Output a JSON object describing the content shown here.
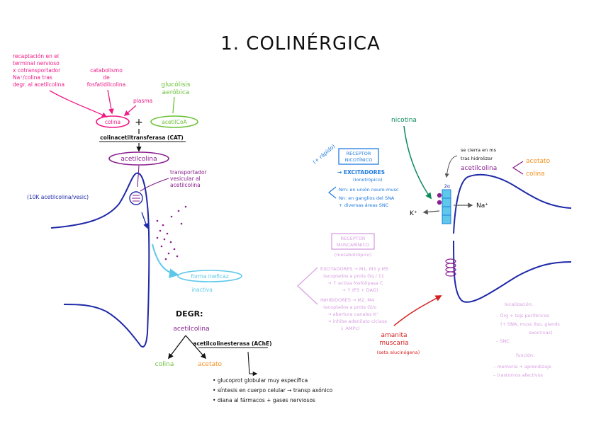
{
  "title": "1. COLINÉRGICA",
  "colors": {
    "magenta": "#ee1a86",
    "purple": "#8a1f8f",
    "blue": "#1f2aa8",
    "green": "#6cc23a",
    "orange": "#f6901e",
    "lightblue": "#5dc8ea",
    "teal": "#0e8a5a",
    "red": "#d41f1f",
    "lavender": "#d79ee0",
    "black": "#111111"
  },
  "synthesis": {
    "recapture_note": [
      "recaptación en el",
      "terminal nervioso",
      "x cotransportador",
      "Na⁺/colina tras",
      "degr. al acetilcolina"
    ],
    "catabolism_note": [
      "catabolismo",
      "de",
      "fosfatidilcolina"
    ],
    "plasma_label": "plasma",
    "glycolysis_note": [
      "glucólisis",
      "aeróbica"
    ],
    "colina": "colina",
    "plus": "+",
    "acetilcoa": "acetilCoA",
    "enzyme": "colinacetiltransferasa (CAT)",
    "product": "acetilcolina",
    "vesicular_transporter": [
      "transportador",
      "vesicular al",
      "acetilcolina"
    ],
    "vesicle_count": "(10K acetilcolina/vesic)"
  },
  "degradation": {
    "forma_note": "forma ineficaz",
    "forma_note_sub": "inactiva",
    "degr_title": "DEGR:",
    "substrate": "acetilcolina",
    "enzyme": "acetilcolinesterasa (AChE)",
    "product_a": "colina",
    "product_b": "acetato",
    "bullets": [
      "glucoprot globular muy específica",
      "síntesis en cuerpo celular → transp axónico",
      "diana al fármacos + gases nerviosos"
    ]
  },
  "receptors": {
    "nicotinic_tag": "(+ rápido)",
    "nicotinic_title": [
      "RECEPTOR",
      "NICOTÍNICO"
    ],
    "nicotinic_effect": "→ EXCITADORES",
    "nicotinic_effect_sub": "(ionotrópico)",
    "nicotinic_locations": [
      "Nm: en unión neuro-musc",
      "Nn: en ganglios del SNA",
      "+ diversas áreas SNC"
    ],
    "muscarinic_title": [
      "RECEPTOR",
      "MUSCARÍNICO"
    ],
    "muscarinic_sub": "(metabotrópico)",
    "muscarinic_excit": [
      "EXCITADORES → M1, M3 y M5",
      "(acoplados a prots Gq / 11",
      "→ ↑ activa fosfolipasa C",
      "→ ↑ IP3 + DAG)"
    ],
    "muscarinic_inhib": [
      "INHIBIDORES → M2, M4",
      "(acoplados a prots Gi/o",
      "→ abertura canales K⁺",
      "→ inhibe adenilato ciclasa",
      "↓ AMPc)"
    ]
  },
  "right_side": {
    "nicotine": "nicotina",
    "closing_note": [
      "se cierra en ms",
      "tras hidrolizar",
      "acetilcolina"
    ],
    "acetato": "acetato",
    "colina": "colina",
    "na_label": "Na⁺",
    "k_label": "K⁺",
    "alpha_label": "2α",
    "muscarine": [
      "amanita",
      "muscaria"
    ],
    "muscarine_sub": "(seta alucinógena)",
    "location_title": "localización:",
    "location_items": [
      "– Órg + tejs periféricos",
      "(+ SNA, musc liso, glands",
      "exocrinas)",
      "– SNC"
    ],
    "function_title": "función:",
    "function_items": [
      "– memoria + aprendizaje",
      "– trastornos afectivos"
    ]
  }
}
